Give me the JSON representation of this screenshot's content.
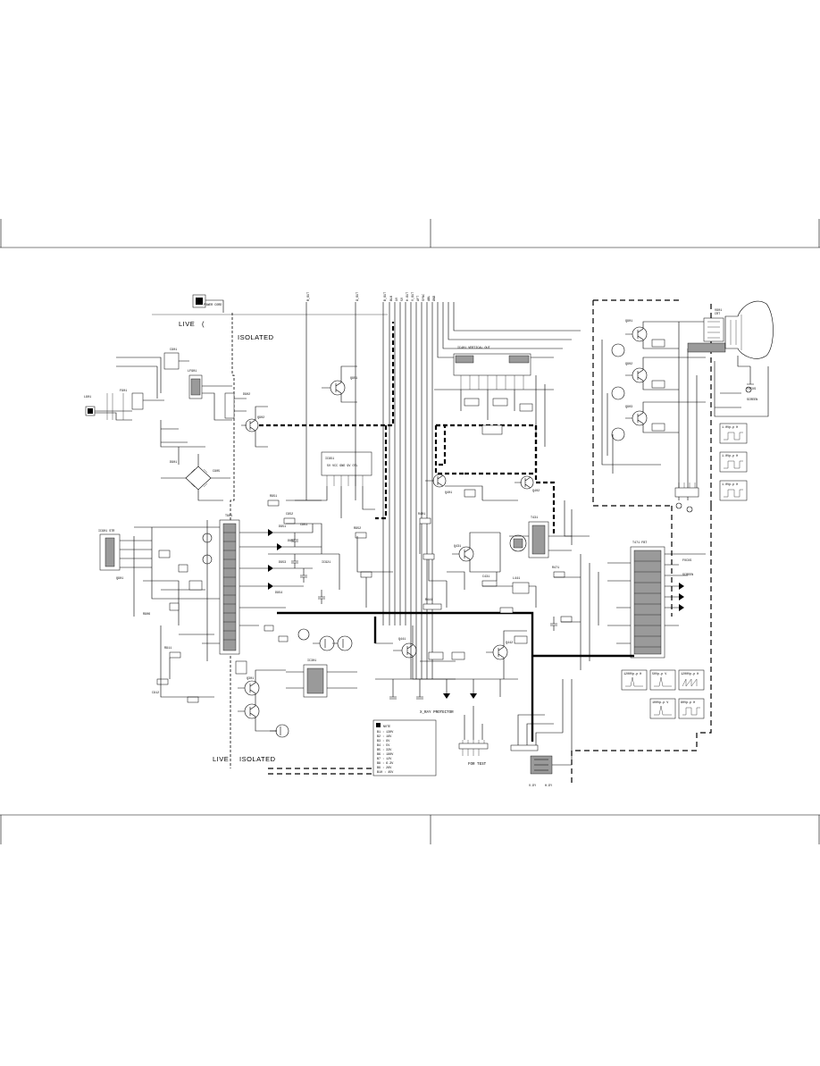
{
  "labels": {
    "live_top": "LIVE",
    "isolated_top": "ISOLATED",
    "live_bottom": "LIVE",
    "isolated_bottom": "ISOLATED",
    "for_test": "FOR TEST",
    "xray_protector": "X_RAY PROTECTOR",
    "focus": "FOCUS",
    "screen": "SCREEN"
  },
  "connector_top_labels": [
    "R_OUT",
    "G_OUT",
    "B_OUT",
    "BLK",
    "9V",
    "5V",
    "H.OUT",
    "V_OUT",
    "AFT",
    "SYNC",
    "ABL",
    "GND"
  ],
  "note_box": {
    "title": "NOTE",
    "lines": [
      "B1 : 130V",
      "B2 : 16V",
      "B3 : 9V",
      "B4 : 5V",
      "B5 : 33V",
      "B6 : 180V",
      "B7 : 12V",
      "B8 : 6.3V",
      "B9 : 26V",
      "B10 : 45V"
    ]
  },
  "waveforms": [
    {
      "id": "1",
      "label": "1.0Vp-p H"
    },
    {
      "id": "2",
      "label": "1.0Vp-p H"
    },
    {
      "id": "3",
      "label": "1.0Vp-p H"
    },
    {
      "id": "4",
      "label": "1200Vp-p H"
    },
    {
      "id": "5",
      "label": "50Vp-p V"
    },
    {
      "id": "6",
      "label": "1200Vp-p H"
    },
    {
      "id": "7",
      "label": "100Vp-p V"
    },
    {
      "id": "8",
      "label": "80Vp-p H"
    }
  ],
  "colors": {
    "line": "#000000",
    "paper": "#ffffff",
    "shade": "#9a9a9a"
  }
}
